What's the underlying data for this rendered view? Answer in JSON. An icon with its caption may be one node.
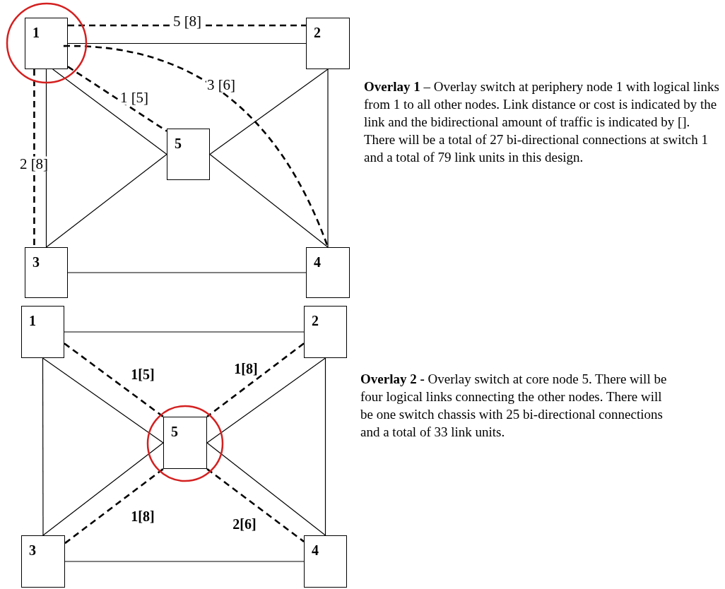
{
  "diagram": {
    "nodes": [
      {
        "text": [
          "1"
        ]
      },
      {
        "text": [
          "2"
        ]
      },
      {
        "text": [
          "5"
        ]
      },
      {
        "text": [
          "3"
        ]
      },
      {
        "text": [
          "4"
        ]
      },
      {
        "text": [
          "1"
        ]
      },
      {
        "text": [
          "2"
        ]
      },
      {
        "text": [
          "5"
        ]
      },
      {
        "text": [
          "3"
        ]
      },
      {
        "text": [
          "4"
        ]
      }
    ],
    "edges": [
      {
        "from": 0,
        "to": 1,
        "arrow": "none"
      },
      {
        "from": 0,
        "to": 1,
        "arrow": "none",
        "style": "dashed",
        "label": "5 [8]"
      },
      {
        "from": 0,
        "to": 3,
        "arrow": "none"
      },
      {
        "from": 0,
        "to": 3,
        "arrow": "none",
        "style": "dashed",
        "label": "2 [8]"
      },
      {
        "from": 0,
        "to": 2,
        "arrow": "none"
      },
      {
        "from": 0,
        "to": 2,
        "arrow": "none",
        "style": "dashed",
        "label": "1 [5]"
      },
      {
        "from": 0,
        "to": 4,
        "arrow": "none",
        "style": "dashed",
        "label": "3 [6]"
      },
      {
        "from": 1,
        "to": 2,
        "arrow": "none"
      },
      {
        "from": 1,
        "to": 4,
        "arrow": "none"
      },
      {
        "from": 3,
        "to": 2,
        "arrow": "none"
      },
      {
        "from": 2,
        "to": 4,
        "arrow": "none"
      },
      {
        "from": 3,
        "to": 4,
        "arrow": "none"
      },
      {
        "from": 5,
        "to": 6,
        "arrow": "none"
      },
      {
        "from": 5,
        "to": 8,
        "arrow": "none"
      },
      {
        "from": 5,
        "to": 7,
        "arrow": "none"
      },
      {
        "from": 5,
        "to": 7,
        "arrow": "none",
        "style": "dashed",
        "label": "1[5]"
      },
      {
        "from": 6,
        "to": 7,
        "arrow": "none"
      },
      {
        "from": 6,
        "to": 7,
        "arrow": "none",
        "style": "dashed",
        "label": "1[8]"
      },
      {
        "from": 6,
        "to": 9,
        "arrow": "none"
      },
      {
        "from": 8,
        "to": 7,
        "arrow": "none"
      },
      {
        "from": 8,
        "to": 7,
        "arrow": "none",
        "style": "dashed",
        "label": "1[8]"
      },
      {
        "from": 7,
        "to": 9,
        "arrow": "none"
      },
      {
        "from": 7,
        "to": 9,
        "arrow": "none",
        "style": "dashed",
        "label": "2[6]"
      },
      {
        "from": 8,
        "to": 9,
        "arrow": "none"
      }
    ],
    "labels": [
      "**Overlay 1** – Overlay switch at periphery node 1 with logical links from 1 to all other nodes.  Link distance or cost is indicated by the link and the bidirectional amount of traffic is indicated by [].  There will be a total of 27 bi-directional connections at switch 1 and a total of 79 link units in this design.",
      "**Overlay 2 -** Overlay switch at core node 5.  There will be four logical links connecting the other nodes.  There will be one switch chassis with 25 bi-directional connections and a total of 33 link units."
    ]
  }
}
